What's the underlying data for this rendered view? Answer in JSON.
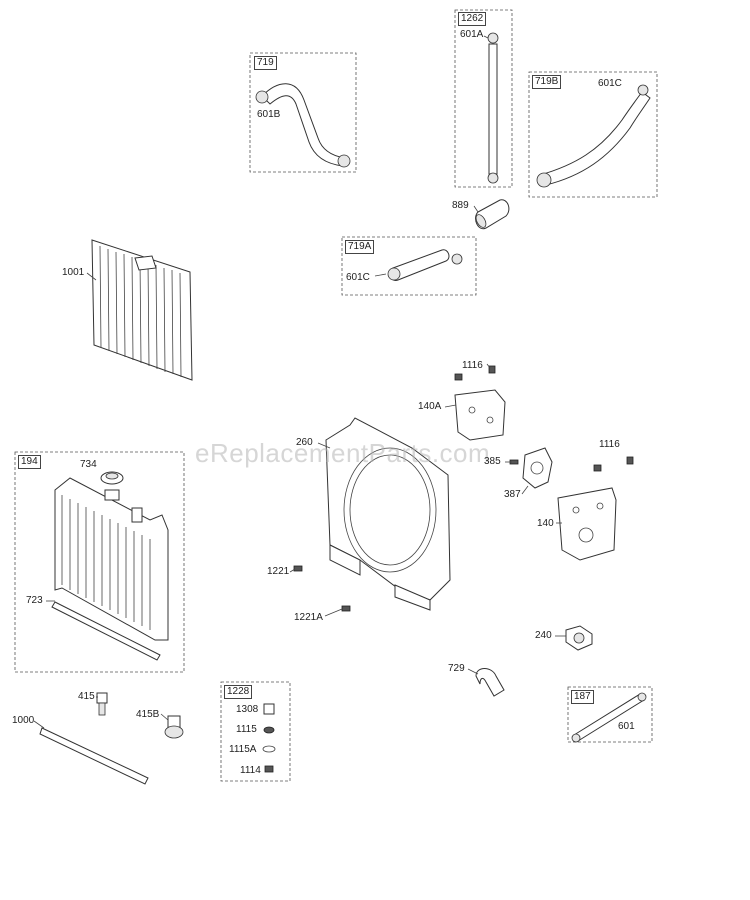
{
  "watermark": "eReplacementParts.com",
  "kits": {
    "k719": "719",
    "k1262": "1262",
    "k719B": "719B",
    "k719A": "719A",
    "k194": "194",
    "k1228": "1228",
    "k187": "187"
  },
  "parts": {
    "p601B": "601B",
    "p601A": "601A",
    "p601C_top": "601C",
    "p889": "889",
    "p601C_mid": "601C",
    "p1001": "1001",
    "p1116_top": "1116",
    "p140A": "140A",
    "p260": "260",
    "p385": "385",
    "p1116_right": "1116",
    "p387": "387",
    "p140": "140",
    "p734": "734",
    "p723": "723",
    "p1221": "1221",
    "p1221A": "1221A",
    "p240": "240",
    "p729": "729",
    "p601": "601",
    "p415": "415",
    "p415B": "415B",
    "p1000": "1000",
    "p1308": "1308",
    "p1115": "1115",
    "p1115A": "1115A",
    "p1114": "1114"
  }
}
